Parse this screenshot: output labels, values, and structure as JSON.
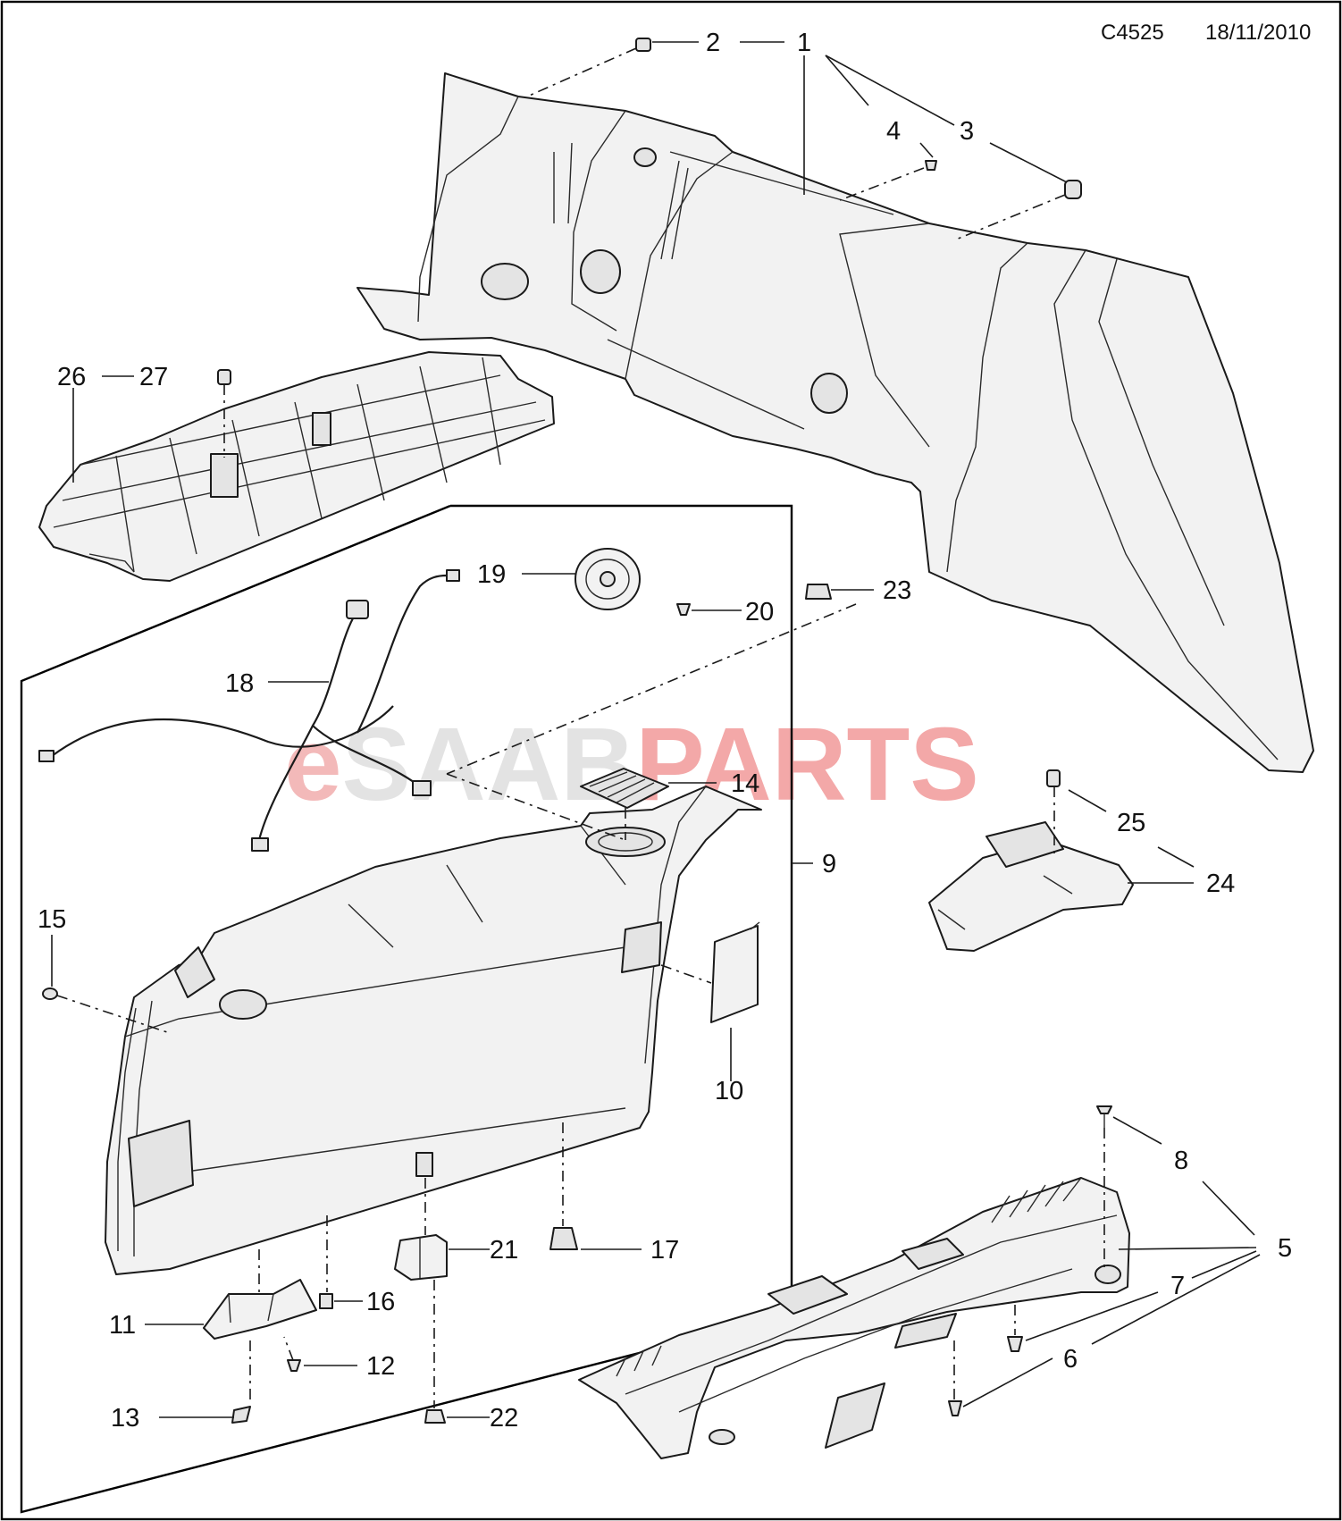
{
  "header": {
    "drawing_code": "C4525",
    "date": "18/11/2010"
  },
  "watermark": {
    "prefix": "e",
    "brand": "SAAB",
    "suffix": "PARTS",
    "prefix_color": "#f3b9b9",
    "brand_color": "#e3e3e3",
    "suffix_color": "#f3a8a8"
  },
  "callouts": [
    "1",
    "2",
    "3",
    "4",
    "5",
    "6",
    "7",
    "8",
    "9",
    "10",
    "11",
    "12",
    "13",
    "14",
    "15",
    "16",
    "17",
    "18",
    "19",
    "20",
    "21",
    "22",
    "23",
    "24",
    "25",
    "26",
    "27"
  ]
}
